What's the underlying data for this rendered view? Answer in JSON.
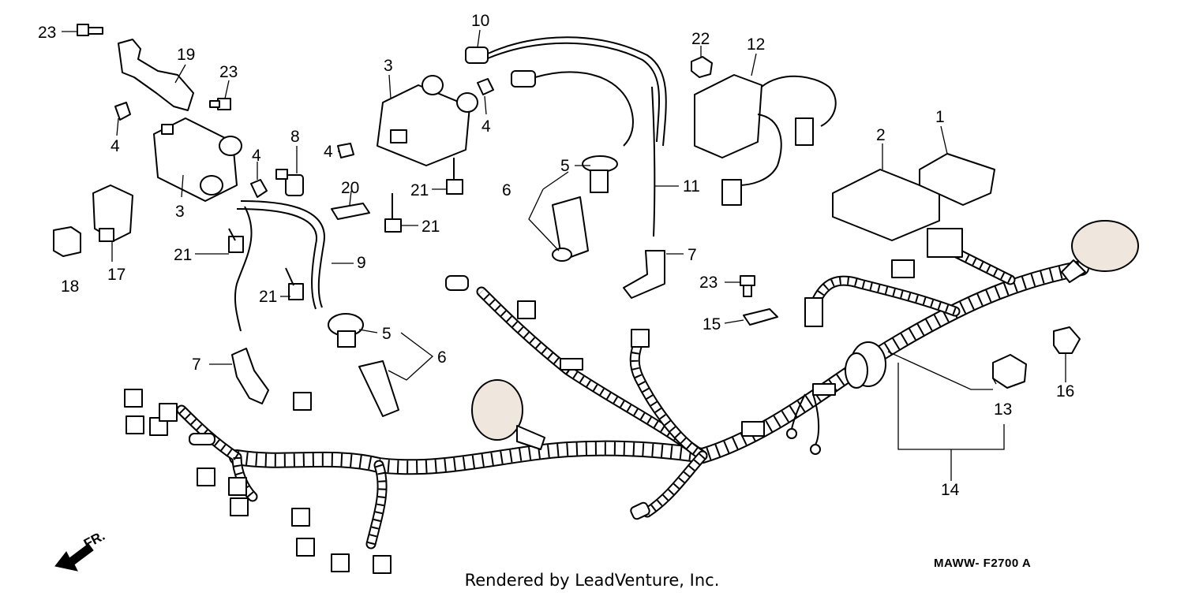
{
  "diagram": {
    "credit": "Rendered by LeadVenture, Inc.",
    "code": "MAWW- F2700 A",
    "direction_label": "FR.",
    "callouts": [
      {
        "id": "c23a",
        "text": "23"
      },
      {
        "id": "c19",
        "text": "19"
      },
      {
        "id": "c23b",
        "text": "23"
      },
      {
        "id": "c4a",
        "text": "4"
      },
      {
        "id": "c3a",
        "text": "3"
      },
      {
        "id": "c4b",
        "text": "4"
      },
      {
        "id": "c8",
        "text": "8"
      },
      {
        "id": "c18",
        "text": "18"
      },
      {
        "id": "c17",
        "text": "17"
      },
      {
        "id": "c21a",
        "text": "21"
      },
      {
        "id": "c9",
        "text": "9"
      },
      {
        "id": "c21b",
        "text": "21"
      },
      {
        "id": "c7a",
        "text": "7"
      },
      {
        "id": "c10",
        "text": "10"
      },
      {
        "id": "c3b",
        "text": "3"
      },
      {
        "id": "c4c",
        "text": "4"
      },
      {
        "id": "c4d",
        "text": "4"
      },
      {
        "id": "c20",
        "text": "20"
      },
      {
        "id": "c21c",
        "text": "21"
      },
      {
        "id": "c21d",
        "text": "21"
      },
      {
        "id": "c5a",
        "text": "5"
      },
      {
        "id": "c6a",
        "text": "6"
      },
      {
        "id": "c11",
        "text": "11"
      },
      {
        "id": "c7b",
        "text": "7"
      },
      {
        "id": "c5b",
        "text": "5"
      },
      {
        "id": "c6b",
        "text": "6"
      },
      {
        "id": "c22",
        "text": "22"
      },
      {
        "id": "c12",
        "text": "12"
      },
      {
        "id": "c1",
        "text": "1"
      },
      {
        "id": "c2",
        "text": "2"
      },
      {
        "id": "c23c",
        "text": "23"
      },
      {
        "id": "c15",
        "text": "15"
      },
      {
        "id": "c16",
        "text": "16"
      },
      {
        "id": "c13",
        "text": "13"
      },
      {
        "id": "c14",
        "text": "14"
      }
    ]
  }
}
